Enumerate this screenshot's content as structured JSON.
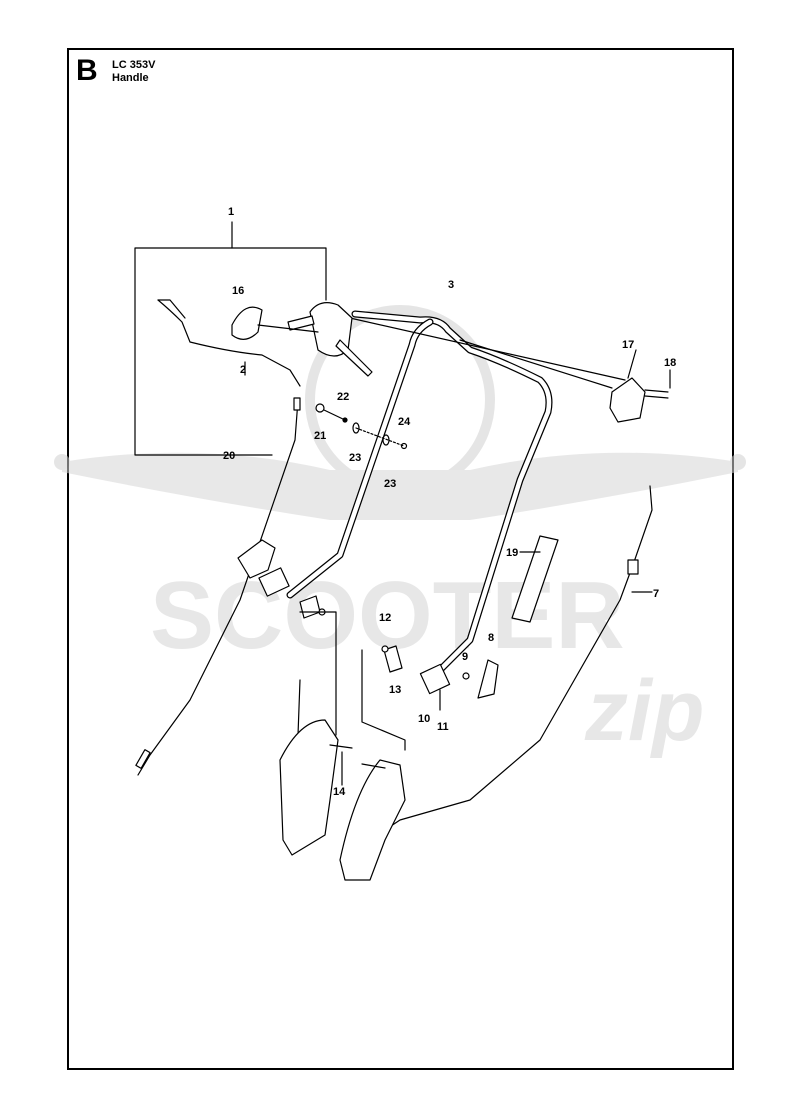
{
  "header": {
    "section_letter": "B",
    "model": "LC 353V",
    "part_group": "Handle"
  },
  "callouts": [
    {
      "label": "1"
    },
    {
      "label": "16"
    },
    {
      "label": "3"
    },
    {
      "label": "17"
    },
    {
      "label": "18"
    },
    {
      "label": "2"
    },
    {
      "label": "22"
    },
    {
      "label": "24"
    },
    {
      "label": "21"
    },
    {
      "label": "23"
    },
    {
      "label": "23"
    },
    {
      "label": "20"
    },
    {
      "label": "19"
    },
    {
      "label": "7"
    },
    {
      "label": "12"
    },
    {
      "label": "8"
    },
    {
      "label": "9"
    },
    {
      "label": "13"
    },
    {
      "label": "10"
    },
    {
      "label": "11"
    },
    {
      "label": "14"
    }
  ],
  "watermark": {
    "brand_main": "SCOOTER",
    "brand_script": "zip"
  },
  "colors": {
    "line": "#000000",
    "watermark": "#d9d9d9"
  }
}
